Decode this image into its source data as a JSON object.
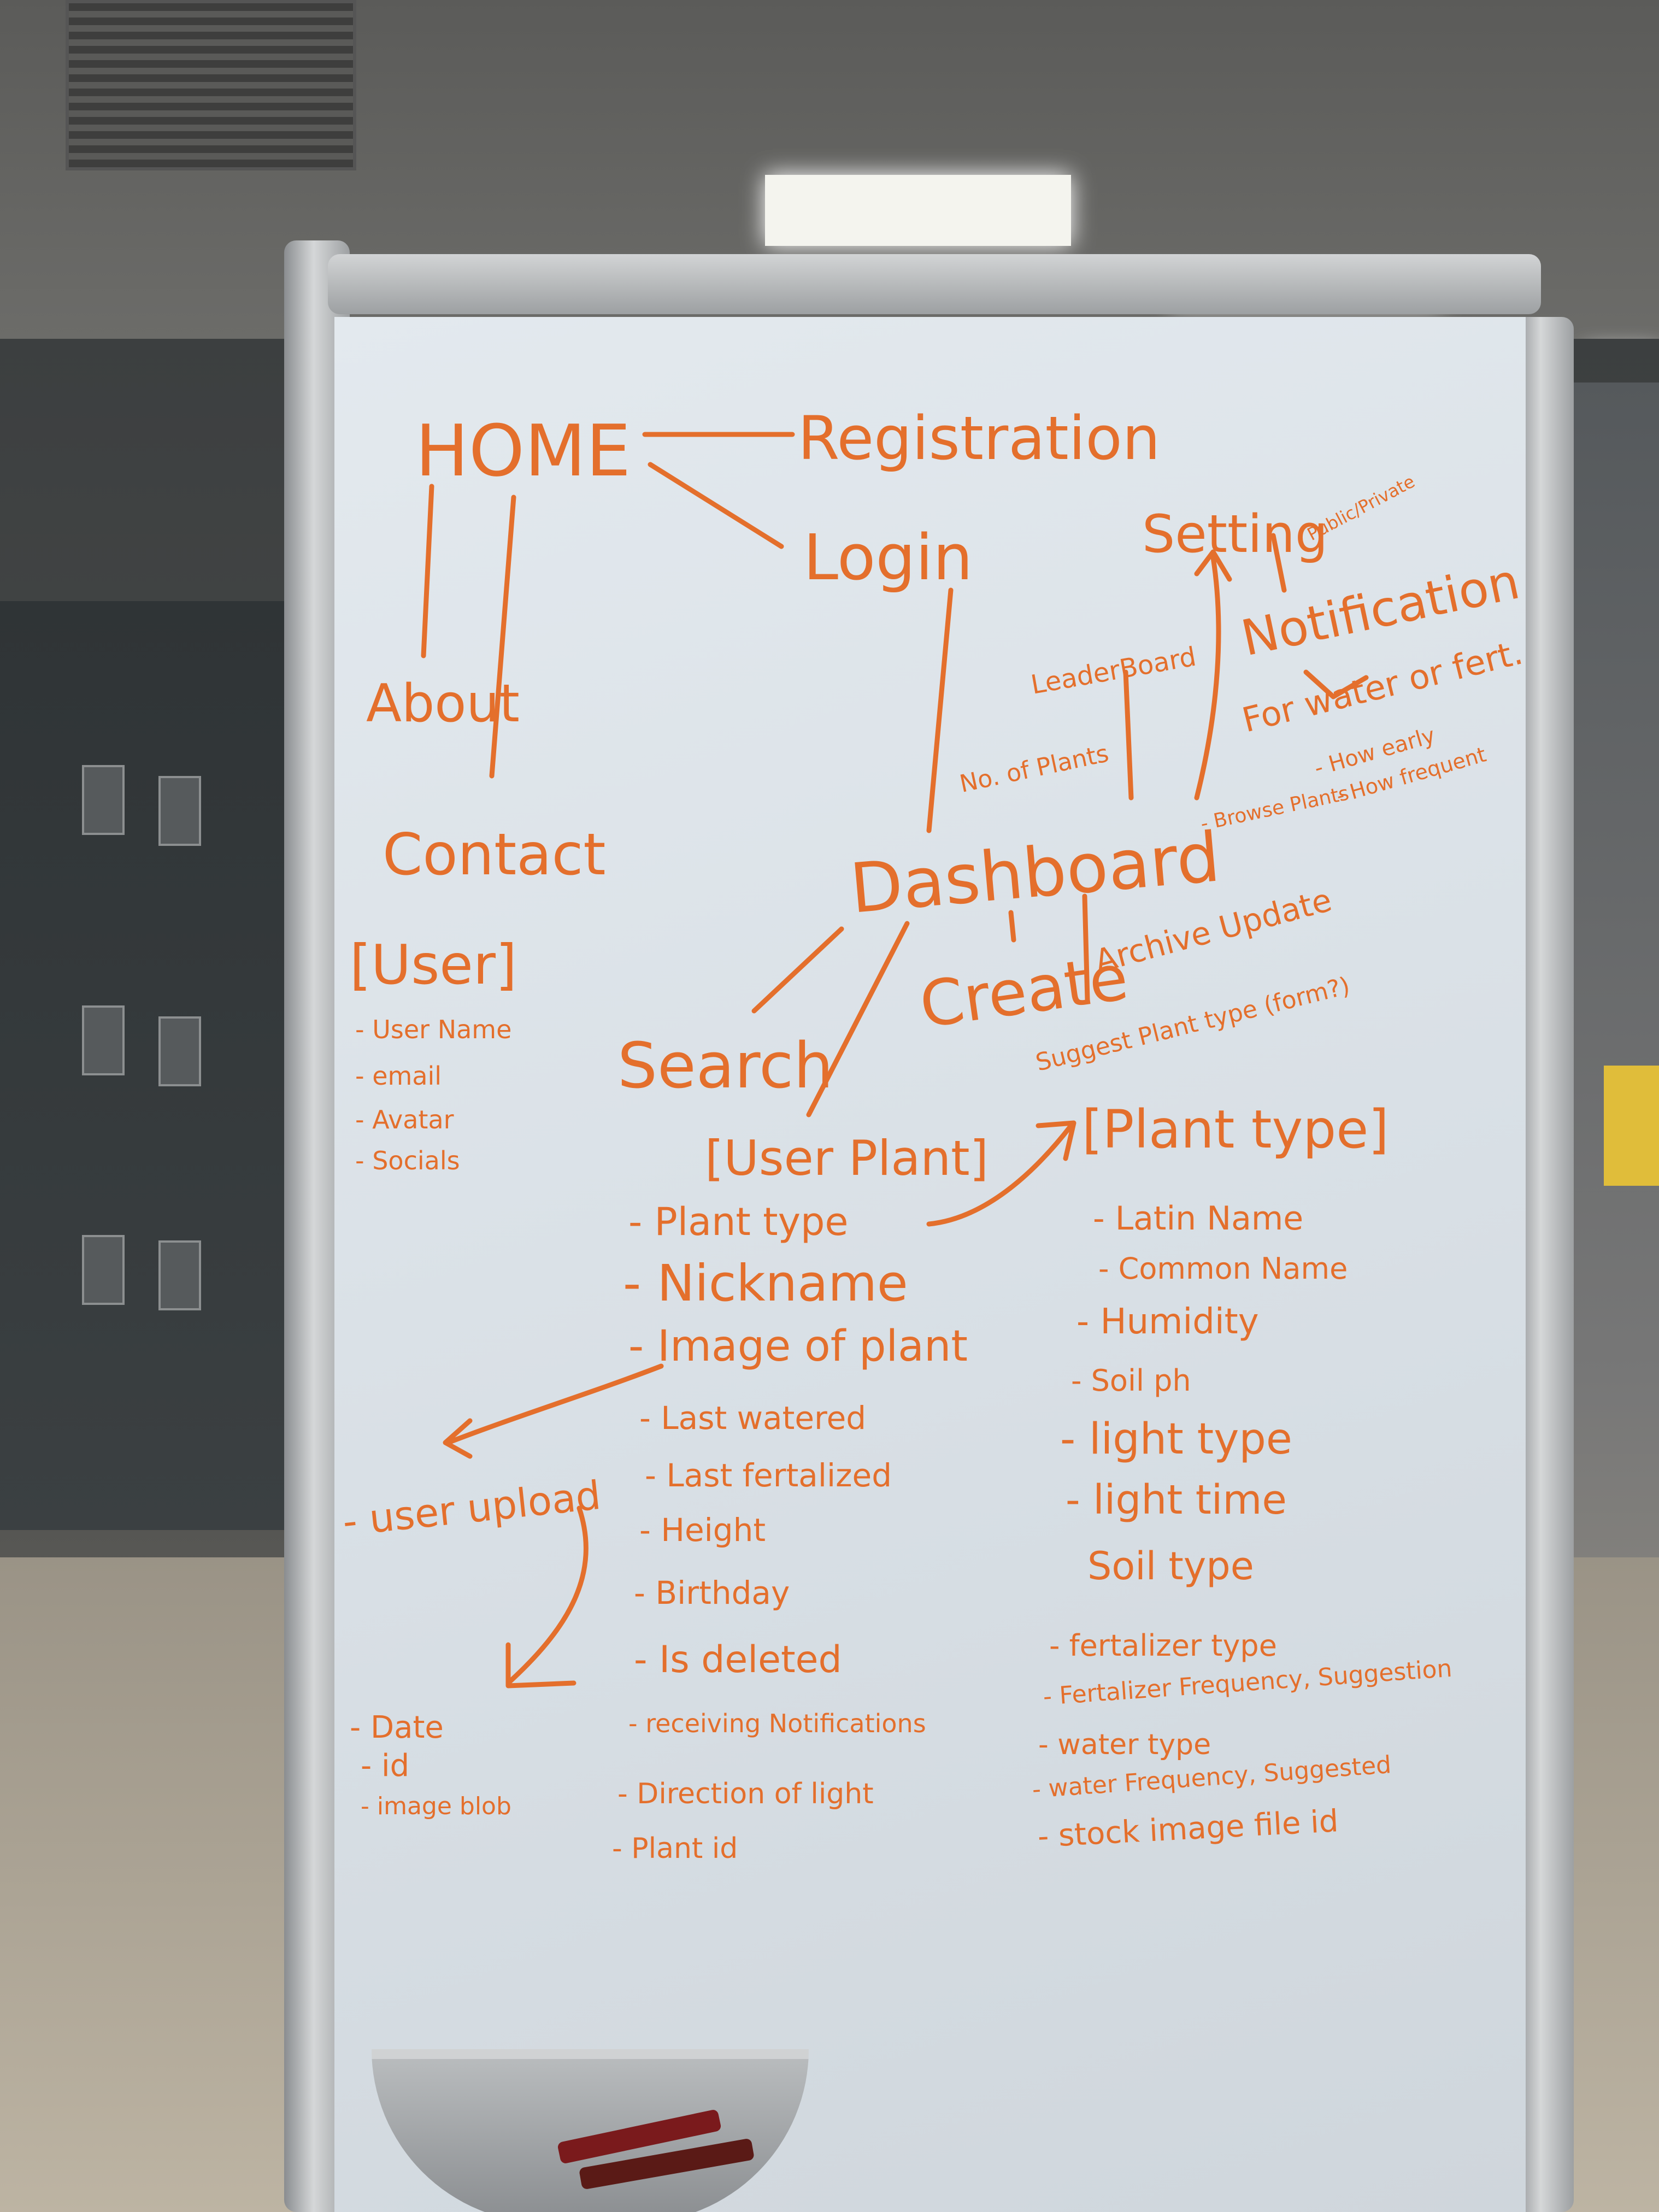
{
  "colors": {
    "ink": "#e46f2c",
    "board": "#dde3e8",
    "frame": "#b6b9bb"
  },
  "whiteboard": {
    "nav": {
      "home": "HOME",
      "registration": "Registration",
      "login": "Login",
      "about": "About",
      "contact": "Contact",
      "setting": "Setting",
      "setting_note": "Public/Private",
      "notification": "Notification",
      "notification_note": "For water or fert.",
      "notification_sub": [
        "- How early",
        "- How frequent"
      ],
      "leaderboard": "LeaderBoard",
      "no_of_plants": "No. of Plants",
      "dashboard": "Dashboard",
      "browse_plants": "- Browse Plants",
      "create": "Create",
      "archive_update": "Archive Update",
      "suggest": "Suggest Plant type (form?)",
      "search": "Search"
    },
    "user_entity": {
      "title": "[User]",
      "fields": [
        "- User Name",
        "- email",
        "- Avatar",
        "- Socials"
      ]
    },
    "user_plant_entity": {
      "title": "[User Plant]",
      "fields": [
        "- Plant type",
        "- Nickname",
        "- Image of plant",
        "- Last watered",
        "- Last fertalized",
        "- Height",
        "- Birthday",
        "- Is deleted",
        "- receiving Notifications",
        "- Direction of light",
        "- Plant id"
      ]
    },
    "plant_type_entity": {
      "title": "[Plant type]",
      "fields": [
        "- Latin Name",
        "- Common Name",
        "- Humidity",
        "- Soil ph",
        "- light type",
        "- light time",
        "Soil type",
        "- fertalizer type",
        "- Fertalizer Frequency, Suggestion",
        "- water type",
        "- water Frequency, Suggested",
        "- stock image file id"
      ]
    },
    "user_upload": {
      "title": "- user upload",
      "fields": [
        "- Date",
        "- id",
        "- image blob"
      ]
    }
  }
}
